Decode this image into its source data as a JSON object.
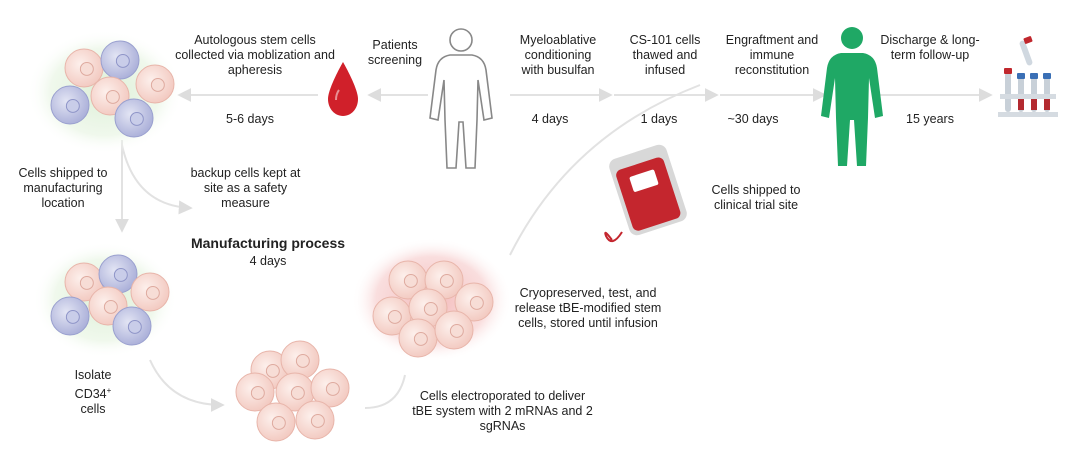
{
  "steps": {
    "collection": "Autologous stem cells collected via moblization and apheresis",
    "screening": "Patients screening",
    "conditioning": "Myeloablative conditioning with busulfan",
    "infusion": "CS-101 cells thawed and infused",
    "engraftment": "Engraftment and immune reconstitution",
    "discharge": "Discharge & long-term follow-up"
  },
  "durations": {
    "collection": "5-6 days",
    "conditioning": "4 days",
    "infusion": "1 days",
    "engraftment": "~30 days",
    "followup": "15 years"
  },
  "notes": {
    "shipped_manufacturing": "Cells shipped to manufacturing location",
    "backup": "backup cells kept at site as a safety measure",
    "shipped_clinical": "Cells shipped to clinical trial site",
    "cryopreserved": "Cryopreserved, test, and release tBE-modified stem cells, stored until infusion",
    "isolate_prefix": "Isolate",
    "isolate_marker": "CD34",
    "isolate_sup": "+",
    "isolate_suffix": "cells",
    "electroporated": "Cells electroporated to deliver tBE system with 2 mRNAs and 2 sgRNAs"
  },
  "manufacturing": {
    "title": "Manufacturing process",
    "duration": "4 days"
  },
  "colors": {
    "arrow": "#e2e2e2",
    "blood_drop": "#d0202a",
    "patient_outline": "#888888",
    "patient_recovered": "#1fa865",
    "cell_pink": "#f6d5cd",
    "cell_blue": "#b9bee0",
    "glow_green": "#dcefd6",
    "glow_red": "#f3b9b9",
    "blood_bag": "#c4262e"
  }
}
